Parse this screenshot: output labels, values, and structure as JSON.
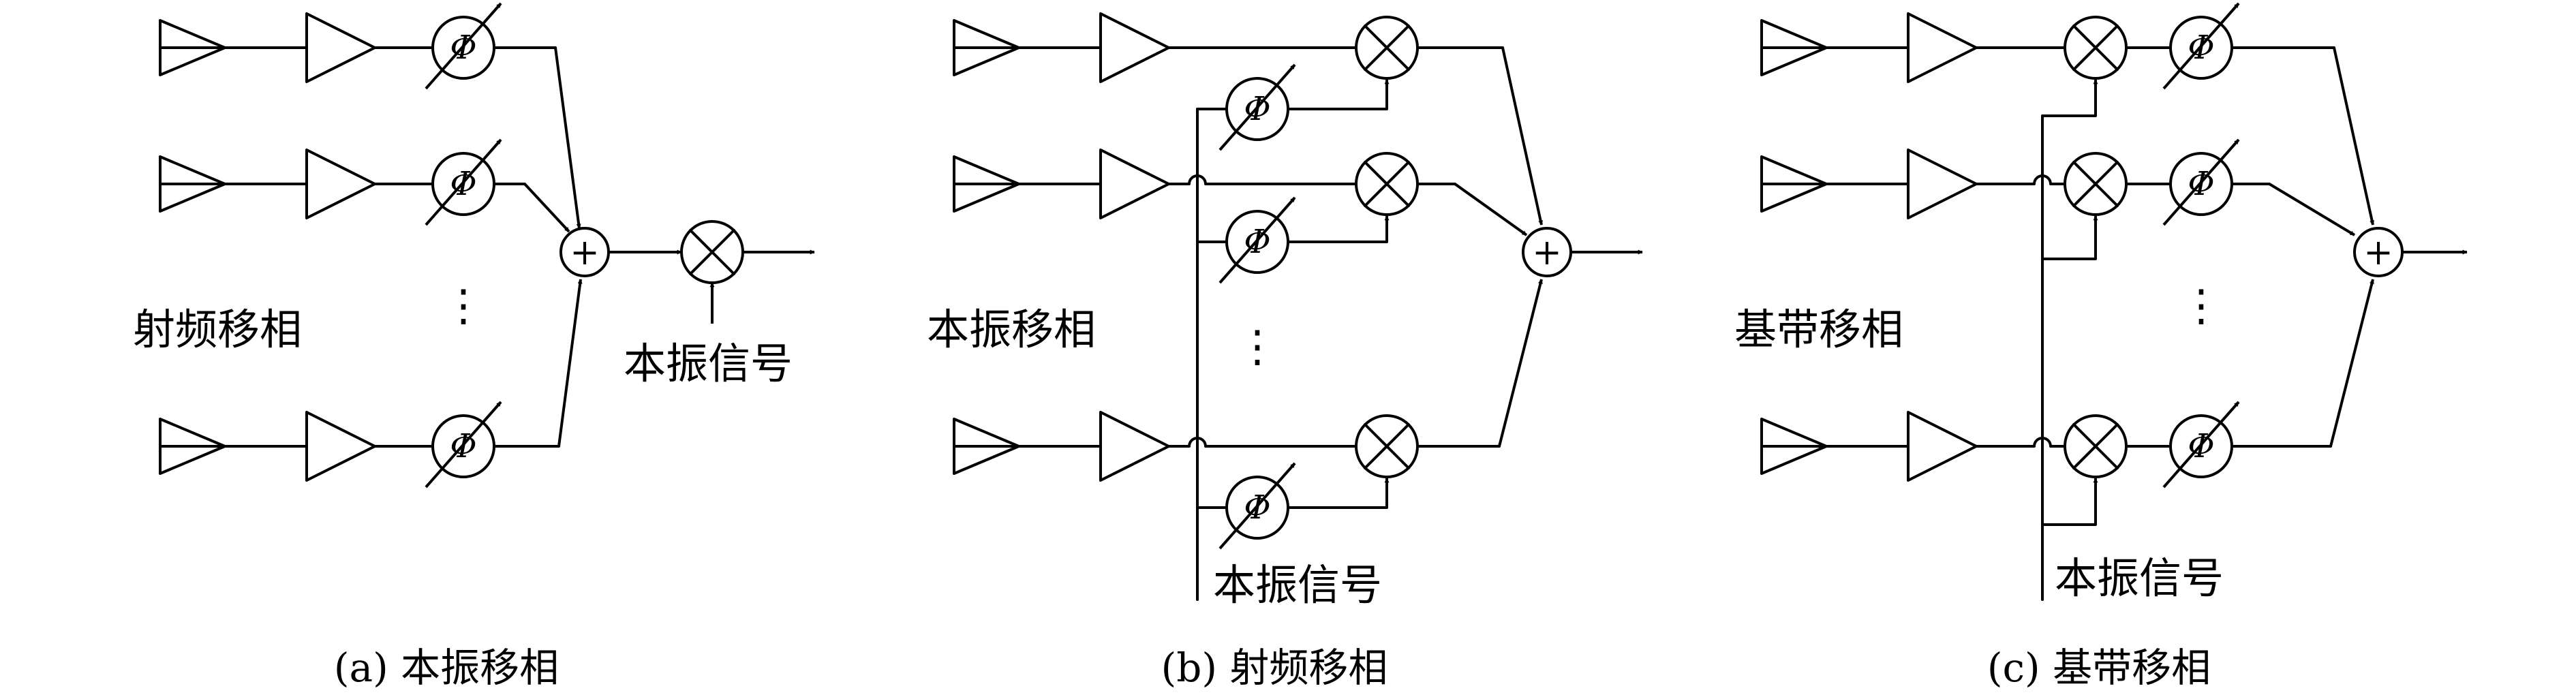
{
  "symbols": {
    "phase_shifter": "Φ",
    "adder": "+",
    "continuation": "⋮"
  },
  "panels": [
    {
      "id": "a",
      "side_label": "射频移相",
      "lo_label": "本振信号",
      "caption": "(a) 本振移相"
    },
    {
      "id": "b",
      "side_label": "本振移相",
      "lo_label": "本振信号",
      "caption": "(b) 射频移相"
    },
    {
      "id": "c",
      "side_label": "基带移相",
      "lo_label": "本振信号",
      "caption": "(c) 基带移相"
    }
  ]
}
